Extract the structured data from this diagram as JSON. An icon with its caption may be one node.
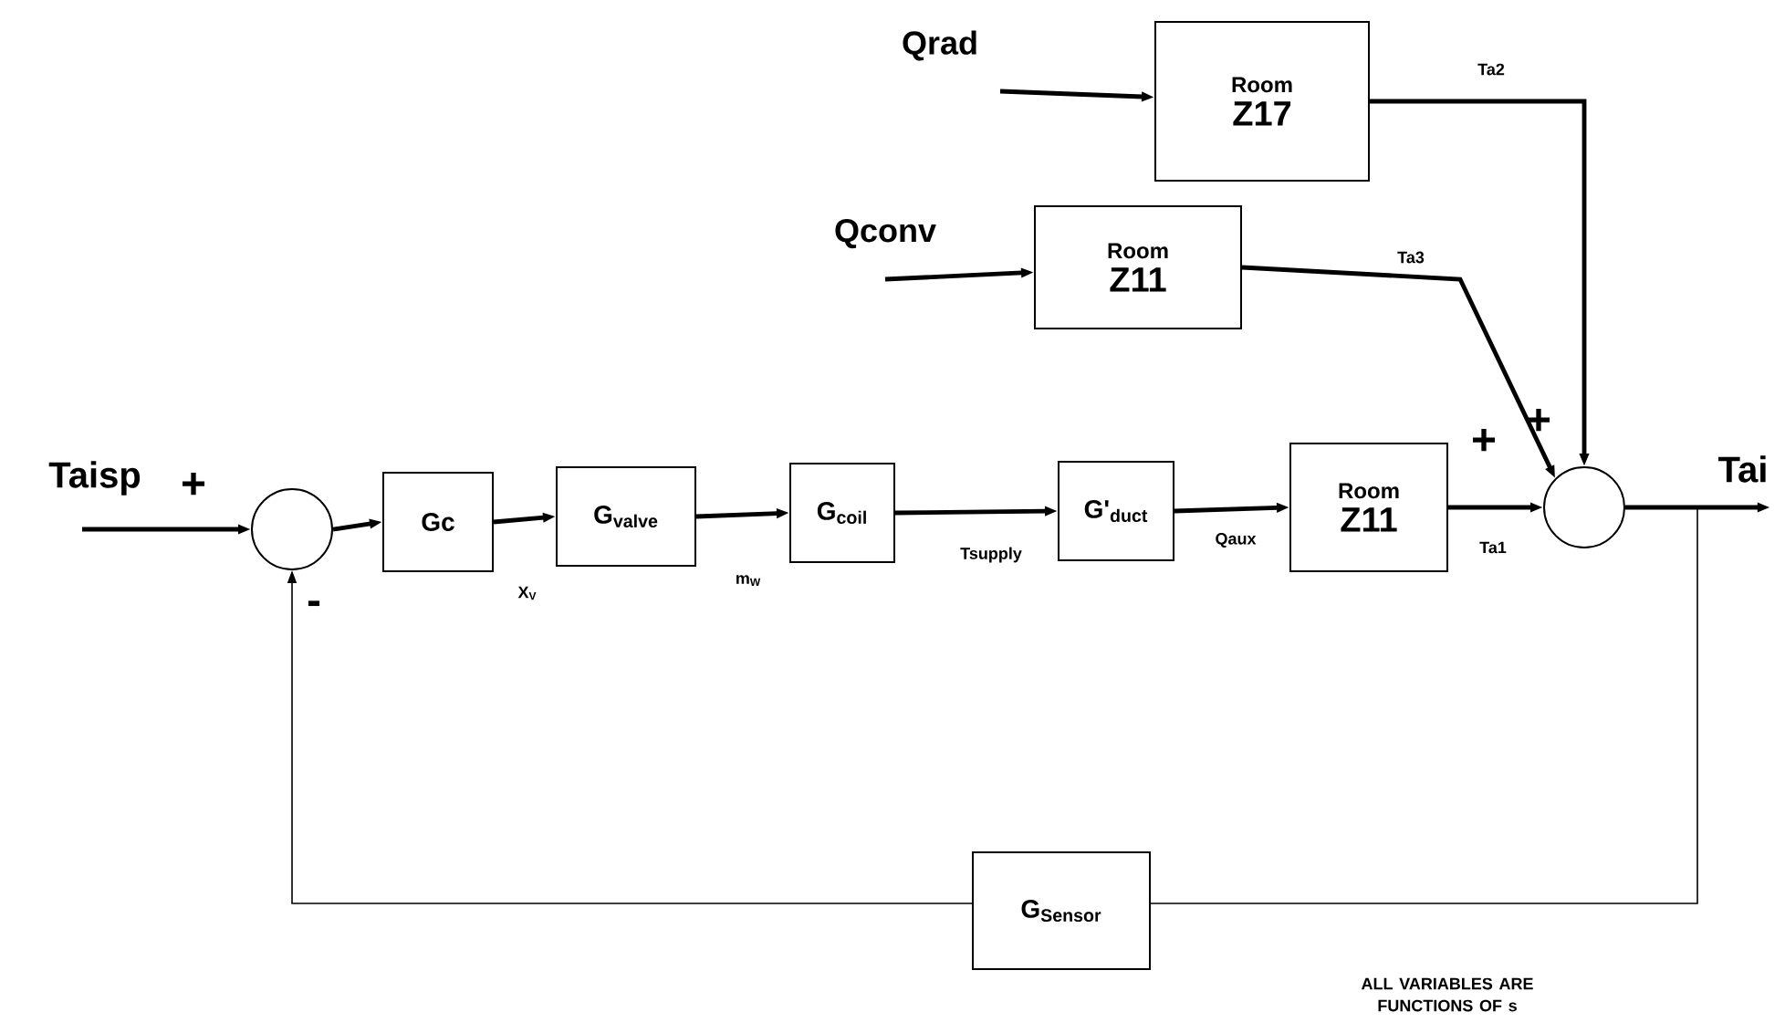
{
  "diagram": {
    "nodes": [
      {
        "text": [],
        "shape": "circle"
      },
      {
        "text": [
          "Gc"
        ]
      },
      {
        "text": [
          "G$_{valve}$"
        ]
      },
      {
        "text": [
          "G$_{coil}$"
        ]
      },
      {
        "text": [
          "G'$_{duct}$"
        ]
      },
      {
        "text": [
          "Room",
          "Z11"
        ]
      },
      {
        "text": [
          "Room",
          "Z17"
        ]
      },
      {
        "text": [
          "Room",
          "Z11"
        ]
      },
      {
        "text": [],
        "shape": "circle"
      },
      {
        "text": [
          "G$_{Sensor}$"
        ]
      },
      {
        "text": [
          "Tai"
        ]
      }
    ],
    "edges": [
      {
        "from": null,
        "to": 0,
        "arrow": "to"
      },
      {
        "from": 0,
        "to": 1,
        "arrow": "to"
      },
      {
        "from": 1,
        "to": 2,
        "arrow": "to",
        "label": "X$_{V}$"
      },
      {
        "from": 2,
        "to": 3,
        "arrow": "to",
        "label": "m$_{W}$"
      },
      {
        "from": 3,
        "to": 4,
        "arrow": "to",
        "label": "Tsupply"
      },
      {
        "from": 4,
        "to": 5,
        "arrow": "to",
        "label": "Qaux"
      },
      {
        "from": 5,
        "to": 8,
        "arrow": "to",
        "label": "Ta1"
      },
      {
        "from": 6,
        "to": 8,
        "arrow": "to",
        "label": "Ta2"
      },
      {
        "from": 7,
        "to": 8,
        "arrow": "to",
        "label": "Ta3"
      },
      {
        "from": null,
        "to": 6,
        "arrow": "to"
      },
      {
        "from": null,
        "to": 7,
        "arrow": "to"
      },
      {
        "from": 8,
        "to": 10,
        "arrow": "to"
      },
      {
        "from": 8,
        "to": 9,
        "arrow": "none"
      },
      {
        "from": 9,
        "to": 0,
        "arrow": "to"
      }
    ],
    "labels": [
      "Taisp",
      "+",
      "-",
      "Qrad",
      "Qconv",
      "+",
      "+",
      "ALL VARIABLES ARE FUNCTIONS OF s"
    ]
  }
}
